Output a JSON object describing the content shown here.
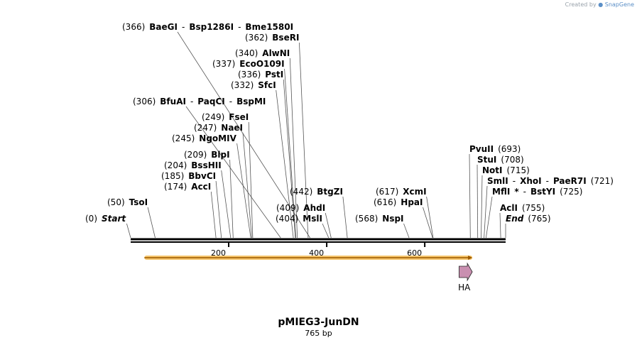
{
  "credit": {
    "created_by": "Created by",
    "brand": "SnapGene"
  },
  "title": "pMIEG3-JunDN",
  "subtitle": "765 bp",
  "sequence_length": 765,
  "ruler_ticks": [
    {
      "pos": 200,
      "label": "200"
    },
    {
      "pos": 400,
      "label": "400"
    },
    {
      "pos": 600,
      "label": "600"
    }
  ],
  "features": [
    {
      "name": "HA-arrow",
      "label": "HA",
      "start": 670,
      "end": 697,
      "color": "#c98fb0"
    },
    {
      "name": "orf",
      "label": "",
      "start": 28,
      "end": 697,
      "color": "#f5c56b"
    }
  ],
  "sites": [
    {
      "id": "start",
      "pos": 0,
      "parts": [
        [
          "(0)",
          "pos"
        ],
        [
          "Start",
          "ital"
        ]
      ]
    },
    {
      "id": "tsoi",
      "pos": 50,
      "parts": [
        [
          "(50)",
          "pos"
        ],
        [
          "TsoI",
          "enz"
        ]
      ]
    },
    {
      "id": "acci",
      "pos": 174,
      "parts": [
        [
          "(174)",
          "pos"
        ],
        [
          "AccI",
          "enz"
        ]
      ]
    },
    {
      "id": "bbvci",
      "pos": 185,
      "parts": [
        [
          "(185)",
          "pos"
        ],
        [
          "BbvCI",
          "enz"
        ]
      ]
    },
    {
      "id": "besshii",
      "pos": 204,
      "parts": [
        [
          "(204)",
          "pos"
        ],
        [
          "BssHII",
          "enz"
        ]
      ]
    },
    {
      "id": "blpi",
      "pos": 209,
      "parts": [
        [
          "(209)",
          "pos"
        ],
        [
          "BlpI",
          "enz"
        ]
      ]
    },
    {
      "id": "ngomiv",
      "pos": 245,
      "parts": [
        [
          "(245)",
          "pos"
        ],
        [
          "NgoMIV",
          "enz"
        ]
      ]
    },
    {
      "id": "naei",
      "pos": 247,
      "parts": [
        [
          "(247)",
          "pos"
        ],
        [
          "NaeI",
          "enz"
        ]
      ]
    },
    {
      "id": "fsei",
      "pos": 249,
      "parts": [
        [
          "(249)",
          "pos"
        ],
        [
          "FseI",
          "enz"
        ]
      ]
    },
    {
      "id": "bfuai",
      "pos": 306,
      "parts": [
        [
          "(306)",
          "pos"
        ],
        [
          "BfuAI",
          "enz"
        ],
        [
          "-",
          "pos"
        ],
        [
          "PaqCI",
          "enz"
        ],
        [
          "-",
          "pos"
        ],
        [
          "BspMI",
          "enz"
        ]
      ]
    },
    {
      "id": "sfci",
      "pos": 332,
      "parts": [
        [
          "(332)",
          "pos"
        ],
        [
          "SfcI",
          "enz"
        ]
      ]
    },
    {
      "id": "psti",
      "pos": 336,
      "parts": [
        [
          "(336)",
          "pos"
        ],
        [
          "PstI",
          "enz"
        ]
      ]
    },
    {
      "id": "ecoo109i",
      "pos": 337,
      "parts": [
        [
          "(337)",
          "pos"
        ],
        [
          "EcoO109I",
          "enz"
        ]
      ]
    },
    {
      "id": "alwni",
      "pos": 340,
      "parts": [
        [
          "(340)",
          "pos"
        ],
        [
          "AlwNI",
          "enz"
        ]
      ]
    },
    {
      "id": "bseri",
      "pos": 362,
      "parts": [
        [
          "(362)",
          "pos"
        ],
        [
          "BseRI",
          "enz"
        ]
      ]
    },
    {
      "id": "baegi",
      "pos": 366,
      "parts": [
        [
          "(366)",
          "pos"
        ],
        [
          "BaeGI",
          "enz"
        ],
        [
          "-",
          "pos"
        ],
        [
          "Bsp1286I",
          "enz"
        ],
        [
          "-",
          "pos"
        ],
        [
          "Bme1580I",
          "enz"
        ]
      ]
    },
    {
      "id": "msli",
      "pos": 404,
      "parts": [
        [
          "(404)",
          "pos"
        ],
        [
          "MslI",
          "enz"
        ]
      ]
    },
    {
      "id": "ahdi",
      "pos": 409,
      "parts": [
        [
          "(409)",
          "pos"
        ],
        [
          "AhdI",
          "enz"
        ]
      ]
    },
    {
      "id": "btgzi",
      "pos": 442,
      "parts": [
        [
          "(442)",
          "pos"
        ],
        [
          "BtgZI",
          "enz"
        ]
      ]
    },
    {
      "id": "nspi",
      "pos": 568,
      "parts": [
        [
          "(568)",
          "pos"
        ],
        [
          "NspI",
          "enz"
        ]
      ]
    },
    {
      "id": "hpai",
      "pos": 616,
      "parts": [
        [
          "(616)",
          "pos"
        ],
        [
          "HpaI",
          "enz"
        ]
      ]
    },
    {
      "id": "xcmi",
      "pos": 617,
      "parts": [
        [
          "(617)",
          "pos"
        ],
        [
          "XcmI",
          "enz"
        ]
      ]
    },
    {
      "id": "pvuii",
      "pos": 693,
      "parts": [
        [
          "PvuII",
          "enz"
        ],
        [
          "(693)",
          "pos"
        ]
      ]
    },
    {
      "id": "stui",
      "pos": 708,
      "parts": [
        [
          "StuI",
          "enz"
        ],
        [
          "(708)",
          "pos"
        ]
      ]
    },
    {
      "id": "noti",
      "pos": 715,
      "parts": [
        [
          "NotI",
          "enz"
        ],
        [
          "(715)",
          "pos"
        ]
      ]
    },
    {
      "id": "smli",
      "pos": 721,
      "parts": [
        [
          "SmlI",
          "enz"
        ],
        [
          "-",
          "pos"
        ],
        [
          "XhoI",
          "enz"
        ],
        [
          "-",
          "pos"
        ],
        [
          "PaeR7I",
          "enz"
        ],
        [
          "(721)",
          "pos"
        ]
      ]
    },
    {
      "id": "mlfi",
      "pos": 725,
      "parts": [
        [
          "MflI",
          "enz"
        ],
        [
          "*",
          "enz"
        ],
        [
          "-",
          "pos"
        ],
        [
          "BstYI",
          "enz"
        ],
        [
          "(725)",
          "pos"
        ]
      ]
    },
    {
      "id": "acli",
      "pos": 755,
      "parts": [
        [
          "AclI",
          "enz"
        ],
        [
          "(755)",
          "pos"
        ]
      ]
    },
    {
      "id": "end",
      "pos": 765,
      "parts": [
        [
          "End",
          "ital"
        ],
        [
          "(765)",
          "pos"
        ]
      ]
    }
  ]
}
